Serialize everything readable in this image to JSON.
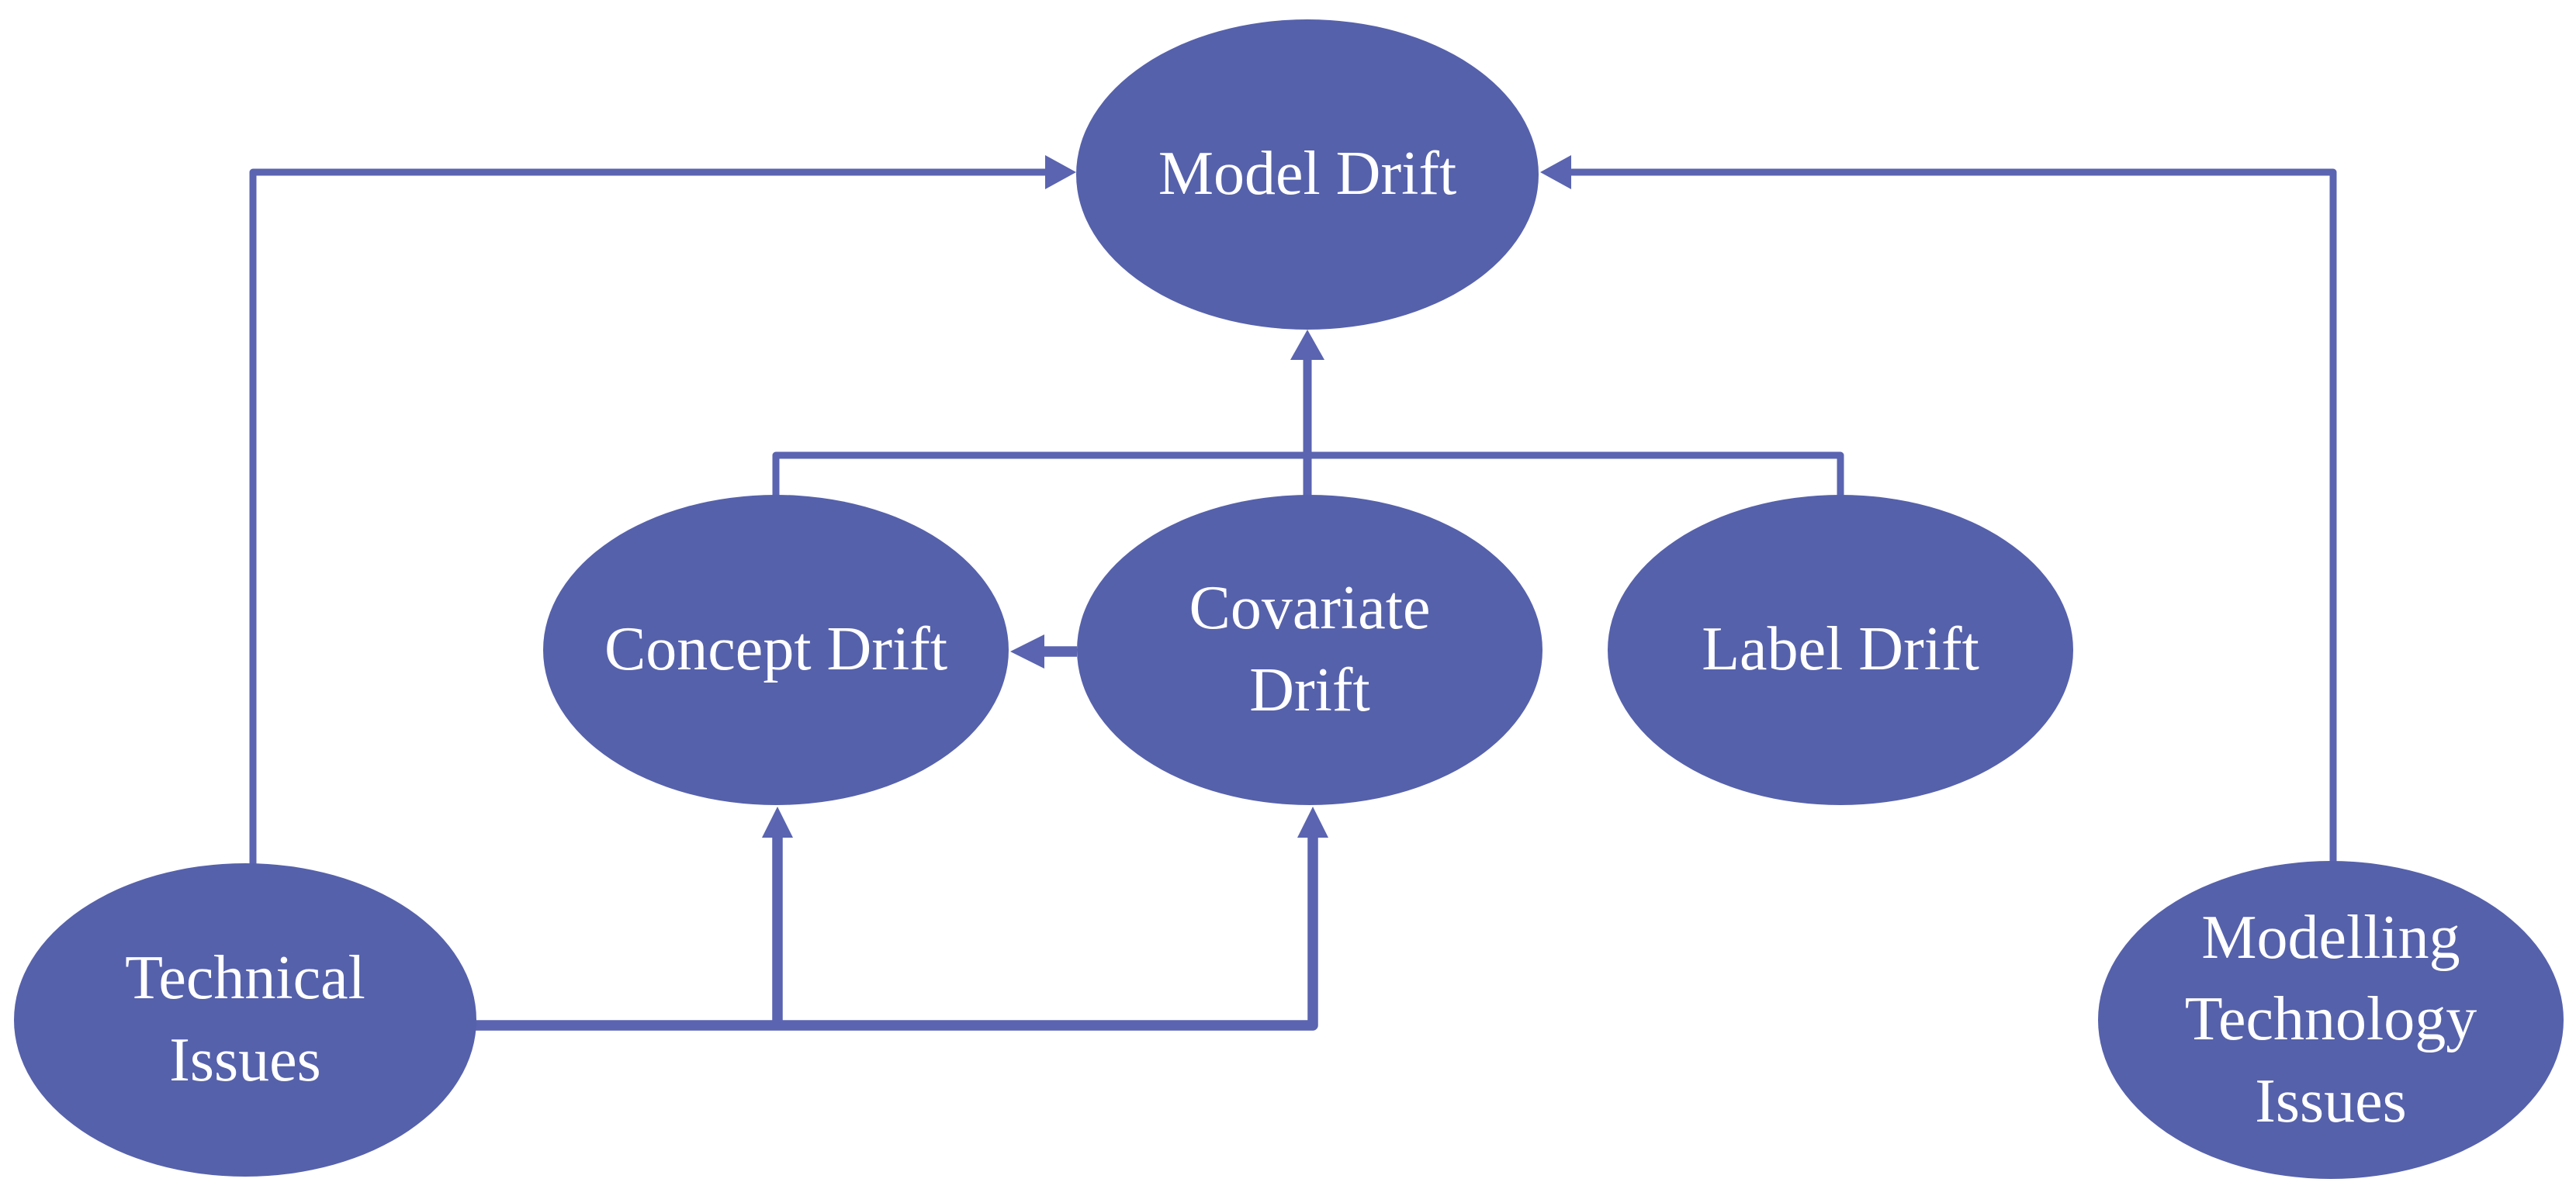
{
  "colors": {
    "background": "#ffffff",
    "node_fill": "#5661ab",
    "connector": "#5a64b0",
    "label_text": "#ffffff"
  },
  "nodes": {
    "model_drift": {
      "label": "Model Drift",
      "lines": [
        "Model Drift"
      ]
    },
    "concept_drift": {
      "label": "Concept Drift",
      "lines": [
        "Concept Drift"
      ]
    },
    "covariate_drift": {
      "label": "Covariate Drift",
      "lines": [
        "Covariate",
        "Drift"
      ]
    },
    "label_drift": {
      "label": "Label Drift",
      "lines": [
        "Label Drift"
      ]
    },
    "technical_issues": {
      "label": "Technical Issues",
      "lines": [
        "Technical",
        "Issues"
      ]
    },
    "modelling_technology_issues": {
      "label": "Modelling Technology Issues",
      "lines": [
        "Modelling",
        "Technology",
        "Issues"
      ]
    }
  },
  "edges": [
    {
      "from": "technical_issues",
      "to": "model_drift",
      "arrowhead": true
    },
    {
      "from": "modelling_technology_issues",
      "to": "model_drift",
      "arrowhead": true
    },
    {
      "from": "covariate_drift",
      "to": "model_drift",
      "arrowhead": true
    },
    {
      "from": "concept_drift",
      "to": "model_drift",
      "arrowhead": false,
      "note": "joins junction line feeding Model Drift"
    },
    {
      "from": "label_drift",
      "to": "model_drift",
      "arrowhead": false,
      "note": "joins junction line feeding Model Drift"
    },
    {
      "from": "covariate_drift",
      "to": "concept_drift",
      "arrowhead": true
    },
    {
      "from": "technical_issues",
      "to": "concept_drift",
      "arrowhead": true
    },
    {
      "from": "technical_issues",
      "to": "covariate_drift",
      "arrowhead": true
    }
  ]
}
